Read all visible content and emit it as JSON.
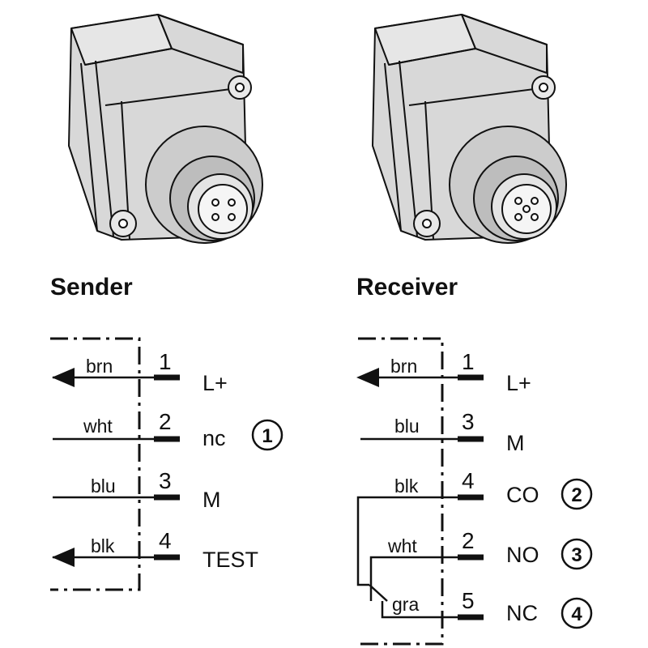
{
  "sender": {
    "title": "Sender",
    "lines": [
      {
        "wire": "brn",
        "pin": "1",
        "signal": "L+",
        "note": ""
      },
      {
        "wire": "wht",
        "pin": "2",
        "signal": "nc",
        "note": "1"
      },
      {
        "wire": "blu",
        "pin": "3",
        "signal": "M",
        "note": ""
      },
      {
        "wire": "blk",
        "pin": "4",
        "signal": "TEST",
        "note": ""
      }
    ]
  },
  "receiver": {
    "title": "Receiver",
    "lines": [
      {
        "wire": "brn",
        "pin": "1",
        "signal": "L+",
        "note": ""
      },
      {
        "wire": "blu",
        "pin": "3",
        "signal": "M",
        "note": ""
      },
      {
        "wire": "blk",
        "pin": "4",
        "signal": "CO",
        "note": "2"
      },
      {
        "wire": "wht",
        "pin": "2",
        "signal": "NO",
        "note": "3"
      },
      {
        "wire": "gra",
        "pin": "5",
        "signal": "NC",
        "note": "4"
      }
    ]
  },
  "colors": {
    "line": "#111111",
    "device": "#d8d8d8",
    "device_shade": "#bdbdbd"
  }
}
